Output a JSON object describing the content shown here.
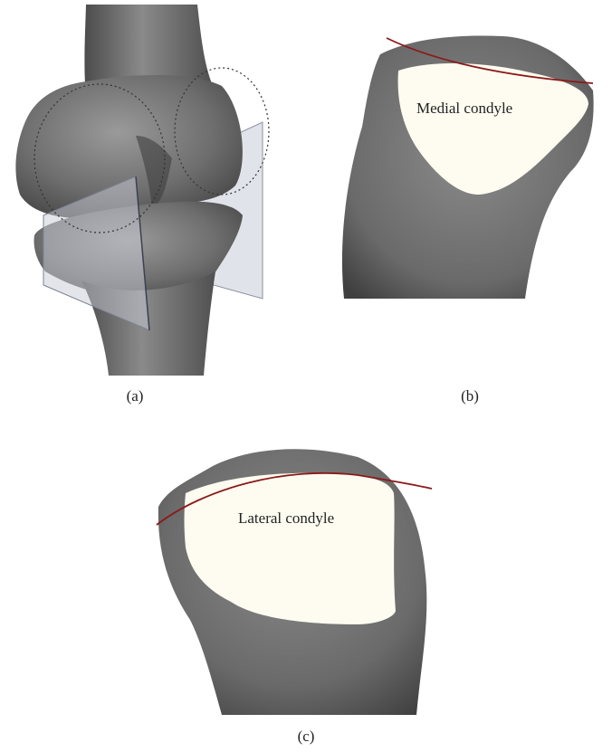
{
  "figure": {
    "panels": [
      {
        "id": "a",
        "caption": "(a)"
      },
      {
        "id": "b",
        "caption": "(b)",
        "label": "Medial condyle"
      },
      {
        "id": "c",
        "caption": "(c)",
        "label": "Lateral condyle"
      }
    ]
  },
  "colors": {
    "bone": "#6e6e6e",
    "bone_dark": "#4a4a4a",
    "bone_light": "#8c8c8c",
    "condyle_fill": "#fefcf0",
    "profile_curve": "#8b1a1a",
    "plane": "#c8ccd8"
  }
}
